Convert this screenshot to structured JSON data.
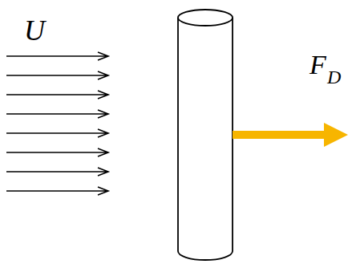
{
  "diagram": {
    "labels": [
      "U",
      "F",
      "D"
    ]
  }
}
